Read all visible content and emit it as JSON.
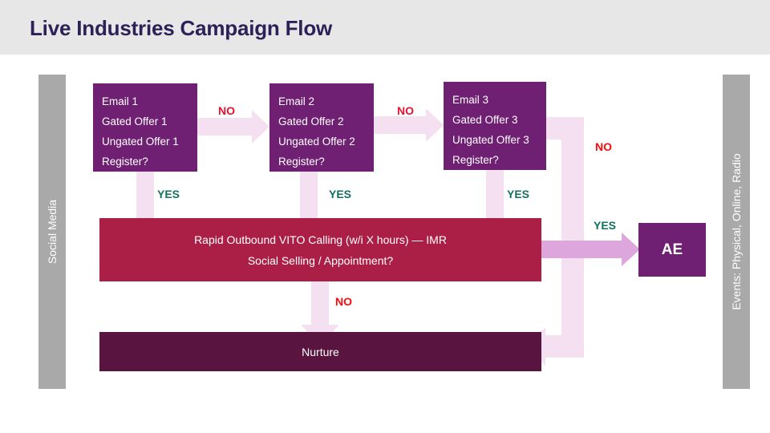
{
  "header": {
    "title": "Live Industries Campaign Flow",
    "background": "#e7e7e7",
    "title_color": "#2e2157"
  },
  "channels": {
    "left": {
      "label": "Social Media",
      "color": "#a9a9a9"
    },
    "right": {
      "label": "Events: Physical, Online, Radio",
      "color": "#a9a9a9"
    }
  },
  "colors": {
    "box_purple": "#6f2072",
    "bar_crimson": "#ab1f47",
    "bar_plum": "#591540",
    "arrow_pale_pink": "#f5e0f2",
    "arrow_orchid": "#dda7de",
    "label_no": "#e8112d",
    "label_no_bright": "#fa0a0a",
    "label_yes": "#12715f"
  },
  "nodes": {
    "email_1": {
      "name": "Email 1",
      "lines": [
        "Email 1",
        "Gated Offer 1",
        "Ungated Offer 1",
        "Register?"
      ]
    },
    "email_2": {
      "name": "Email 2",
      "lines": [
        "Email 2",
        "Gated Offer 2",
        "Ungated Offer 2",
        "Register?"
      ]
    },
    "email_3": {
      "name": "Email 3",
      "lines": [
        "Email 3",
        "Gated Offer 3",
        "Ungated Offer 3",
        "Register?"
      ]
    },
    "vito": {
      "line1": "Rapid Outbound VITO Calling (w/i X hours) — IMR",
      "line2": "Social Selling / Appointment?"
    },
    "nurture": {
      "label": "Nurture"
    },
    "ae": {
      "label": "AE"
    }
  },
  "edge_labels": {
    "no_email1_to_email2": "NO",
    "no_email2_to_email3": "NO",
    "no_email3_to_nurture": "NO",
    "no_vito_to_nurture": "NO",
    "yes_email1_to_vito": "YES",
    "yes_email2_to_vito": "YES",
    "yes_email3_to_vito": "YES",
    "yes_vito_to_ae": "YES"
  }
}
